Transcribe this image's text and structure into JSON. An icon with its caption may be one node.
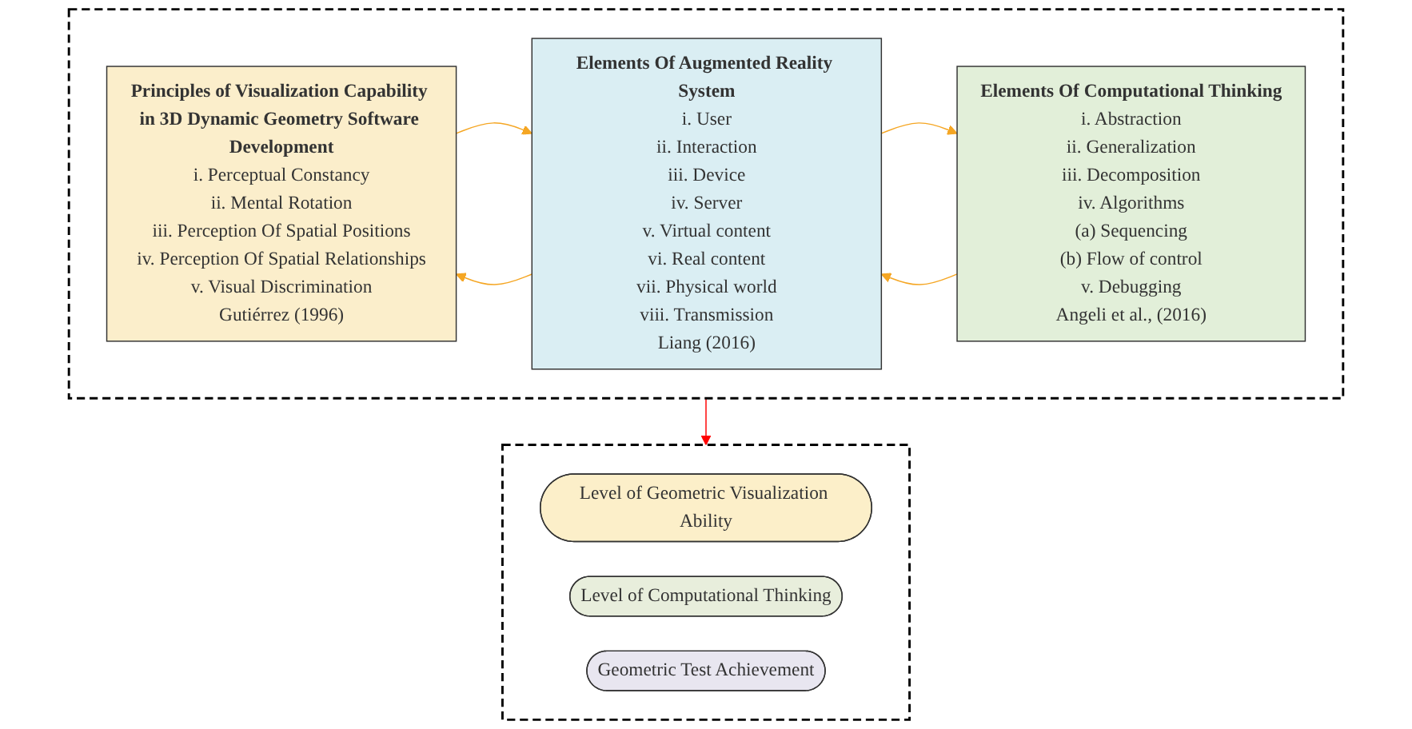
{
  "diagram": {
    "nodes": [
      {
        "text": [],
        "shape": "box"
      },
      {
        "text": [
          "Principles of Visualization Capability in 3D Dynamic Geometry Software Development",
          "i. Perceptual Constancy",
          "ii. Mental Rotation",
          "iii. Perception Of Spatial Positions",
          "iv. Perception Of Spatial Relationships",
          "v. Visual Discrimination",
          "Gutiérrez (1996)"
        ],
        "in": 0
      },
      {
        "text": [
          "Elements Of Augmented Reality System",
          "i. User",
          "ii. Interaction",
          "iii. Device",
          "iv. Server",
          "v. Virtual content",
          "vi. Real content",
          "vii. Physical world",
          "viii. Transmission",
          "Liang (2016)"
        ],
        "in": 0
      },
      {
        "text": [
          "Elements Of Computational Thinking",
          "i. Abstraction",
          "ii. Generalization",
          "iii. Decomposition",
          "iv. Algorithms",
          "(a) Sequencing",
          "(b) Flow of control",
          "v. Debugging",
          "Angeli et al., (2016)"
        ],
        "in": 0
      },
      {
        "text": [],
        "shape": "box"
      },
      {
        "text": [
          "Level of Geometric Visualization Ability"
        ],
        "in": 4
      },
      {
        "text": [
          "Level of Computational Thinking"
        ],
        "in": 4
      },
      {
        "text": [
          "Geometric Test Achievement"
        ],
        "in": 4
      }
    ],
    "edges": [
      {
        "from": 1,
        "to": 2,
        "arrow": "to",
        "color": "#f5a623"
      },
      {
        "from": 2,
        "to": 1,
        "arrow": "to",
        "color": "#f5a623"
      },
      {
        "from": 2,
        "to": 3,
        "arrow": "to",
        "color": "#f5a623"
      },
      {
        "from": 3,
        "to": 2,
        "arrow": "to",
        "color": "#f5a623"
      },
      {
        "from": 0,
        "to": 4,
        "arrow": "to",
        "color": "#ff0000"
      }
    ]
  }
}
